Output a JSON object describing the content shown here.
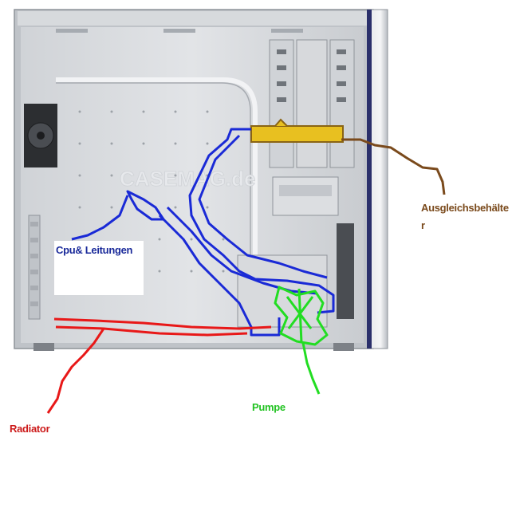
{
  "labels": {
    "cpu": "Cpu& Leitungen",
    "ausgleich": "Ausgleichsbehälter",
    "pumpe": "Pumpe",
    "radiator": "Radiator"
  },
  "watermark": "CASEMAG.de",
  "colors": {
    "case_metal": "#c9ccd0",
    "case_panel": "#dfe1e4",
    "tube_cpu": "#1a2ad6",
    "reservoir": "#e8c020",
    "tube_reservoir": "#7a4a1c",
    "tube_pump": "#22dd22",
    "tube_radiator": "#e81818",
    "label_cpu": "#1a2a9a",
    "label_reservoir": "#7a4a1c",
    "label_pump": "#22c322",
    "label_radiator": "#cc1a1a"
  }
}
